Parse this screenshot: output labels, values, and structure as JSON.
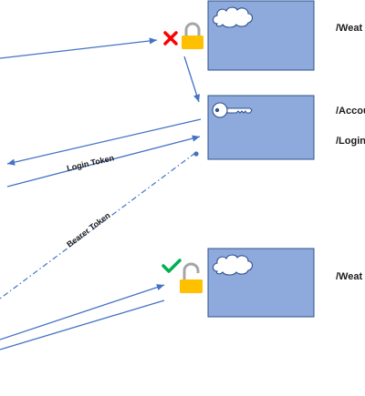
{
  "endpoints": {
    "weather_top": "/Weat",
    "account": "/Accou",
    "login": "/Login",
    "weather_bottom": "/Weat"
  },
  "edge_labels": {
    "login_token": "Login Token",
    "bearer_token": "Bearer Token"
  },
  "icons": {
    "weather_top_box": "cloud-icon",
    "account_box": "key-icon",
    "weather_bottom_box": "cloud-icon",
    "denied_mark": "red-x-icon",
    "granted_mark": "green-check-icon",
    "locked_padlock": "closed-padlock-icon",
    "unlocked_padlock": "open-padlock-icon"
  },
  "colors": {
    "server_box_fill": "#8ea9db",
    "server_box_stroke": "#2f528f",
    "arrow": "#4472c4",
    "padlock_body": "#ffc000",
    "padlock_shackle": "#a6a6a6",
    "denied": "#ff0000",
    "granted": "#00b050"
  }
}
